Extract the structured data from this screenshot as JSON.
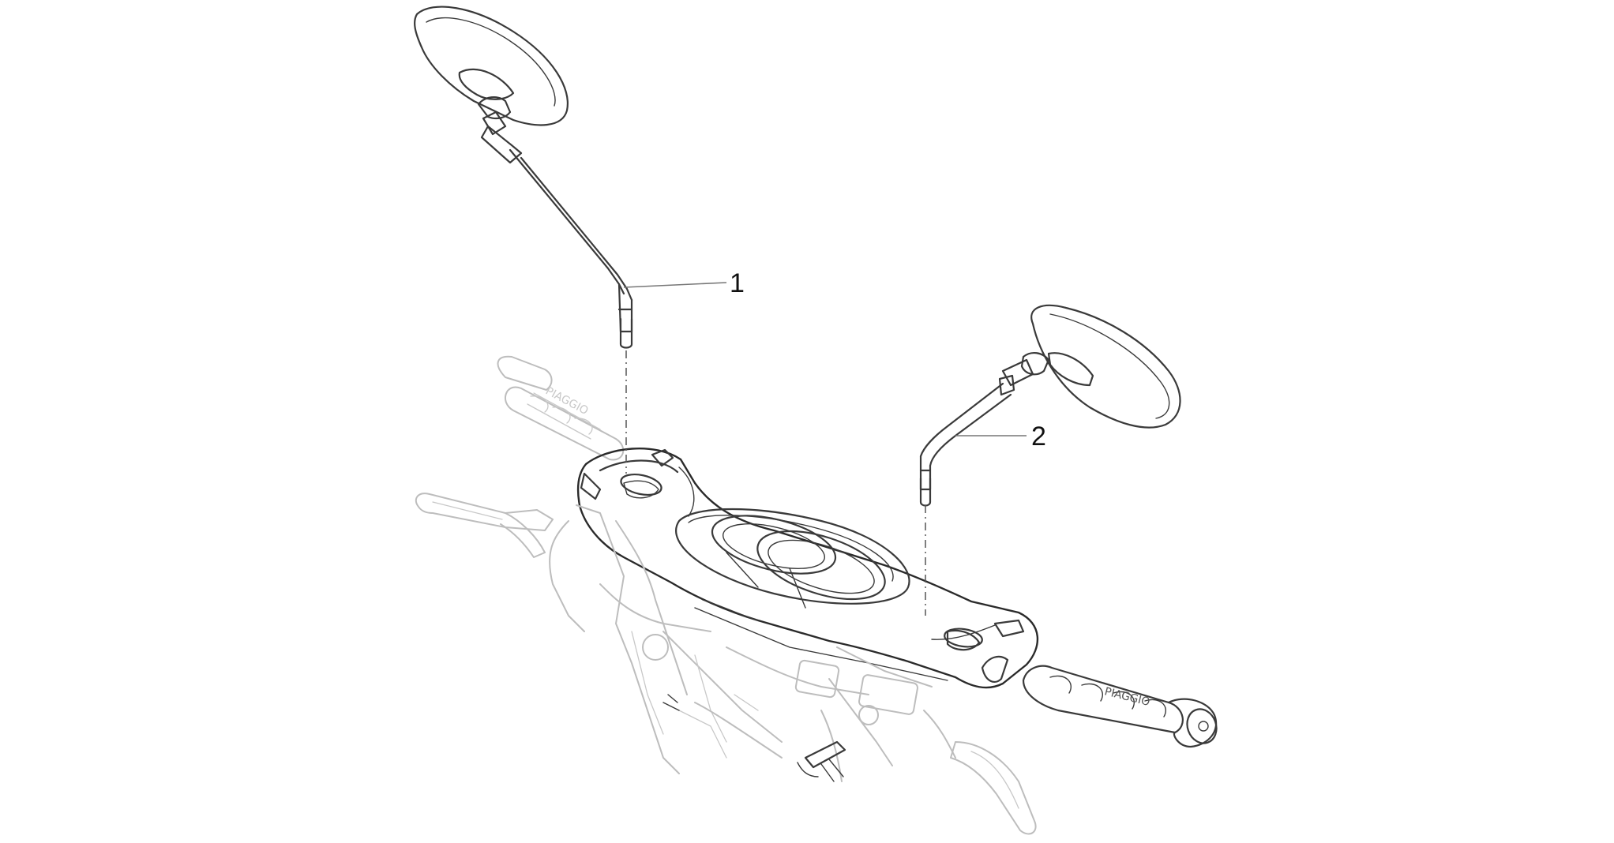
{
  "diagram": {
    "callouts": [
      {
        "id": "1",
        "label": "1"
      },
      {
        "id": "2",
        "label": "2"
      }
    ],
    "colors": {
      "part_line": "#3a3a3a",
      "ghost_line": "#bdbdbd",
      "leader_line": "#777777",
      "background": "#ffffff"
    }
  }
}
